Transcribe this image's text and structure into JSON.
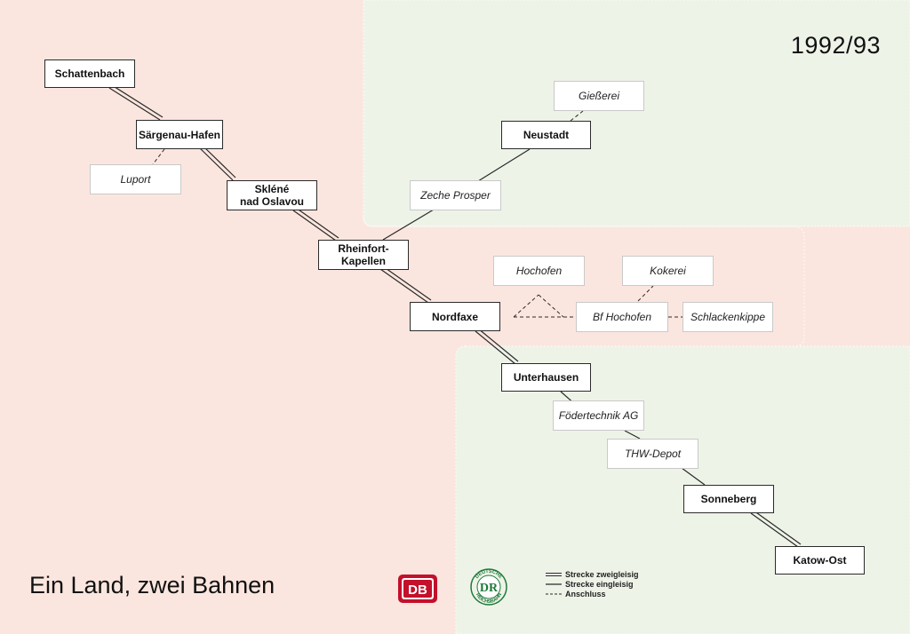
{
  "header": {
    "year": "1992/93"
  },
  "footer": {
    "title": "Ein Land, zwei Bahnen"
  },
  "colors": {
    "west": "#fbe6df",
    "east": "#eef3e8",
    "line": "#2a2a2a"
  },
  "logos": {
    "db": {
      "text": "DB",
      "color": "#c3102b"
    },
    "dr": {
      "text": "DR",
      "ring_text": "DEUTSCHE REICHSBAHN",
      "color": "#1e7a3a"
    }
  },
  "legend": {
    "double_track": "Strecke zweigleisig",
    "single_track": "Strecke eingleisig",
    "siding": "Anschluss"
  },
  "stations": {
    "schattenbach": "Schattenbach",
    "saergenau": "Särgenau-Hafen",
    "sklene": "Skléné\nnad Oslavou",
    "rheinfort": "Rheinfort-\nKapellen",
    "nordfaxe": "Nordfaxe",
    "neustadt": "Neustadt",
    "unterhausen": "Unterhausen",
    "sonneberg": "Sonneberg",
    "katow": "Katow-Ost",
    "bf_hochofen": "Bf Hochofen"
  },
  "sidings": {
    "luport": "Luport",
    "giesserei": "Gießerei",
    "zeche": "Zeche Prosper",
    "hochofen": "Hochofen",
    "kokerei": "Kokerei",
    "schlackenkippe": "Schlackenkippe",
    "foerdertechnik": "Födertechnik AG",
    "thw": "THW-Depot"
  }
}
